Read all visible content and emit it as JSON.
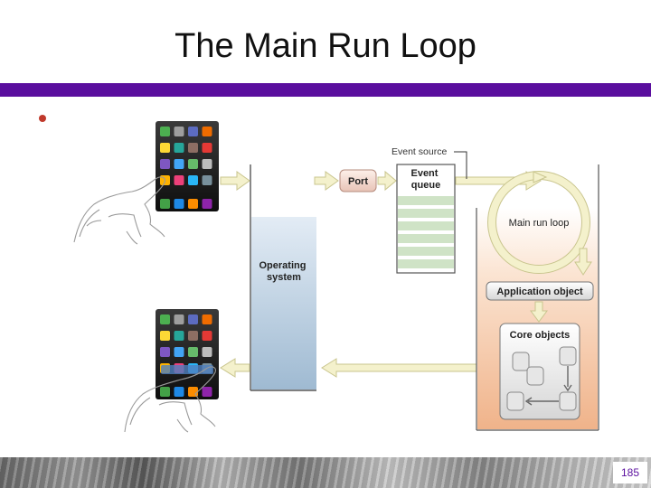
{
  "slide": {
    "title": "The Main Run Loop",
    "page_number": "185"
  },
  "diagram": {
    "event_source_label": "Event source",
    "port_label": "Port",
    "event_queue_label": [
      "Event",
      "queue"
    ],
    "operating_system_label": [
      "Operating",
      "system"
    ],
    "main_run_loop_label": "Main run loop",
    "application_object_label": "Application object",
    "core_objects_label": "Core objects"
  },
  "colors": {
    "title_bar": "#5a0e9e",
    "bullet": "#c0392b",
    "arrow_fill": "#f4f1cc",
    "arrow_stroke": "#c9c58e",
    "app_panel_top": "#ffffff",
    "app_panel_bottom": "#f0b38a",
    "os_panel_top": "#dde8f2",
    "os_panel_bottom": "#9fbad2",
    "queue_green": "#cfe3c6"
  },
  "icons": [
    "iphone-home-screen",
    "hand-touching-screen"
  ]
}
